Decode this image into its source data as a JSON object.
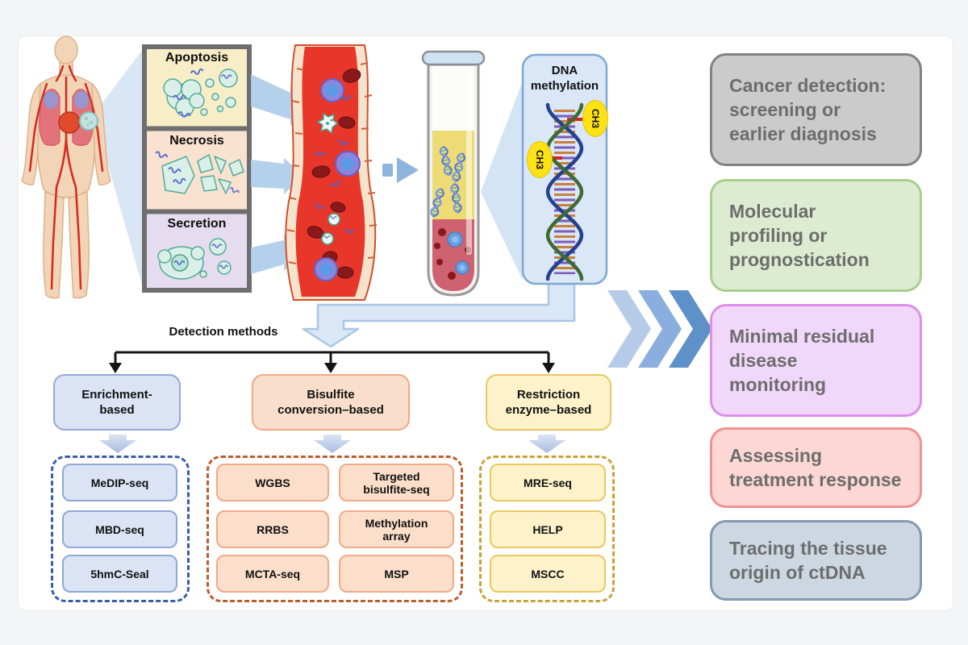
{
  "release_panels": [
    {
      "title": "Apoptosis"
    },
    {
      "title": "Necrosis"
    },
    {
      "title": "Secretion"
    }
  ],
  "dna_panel": {
    "title": "DNA methylation",
    "ch3": "CH3"
  },
  "detection": {
    "label": "Detection methods",
    "categories": [
      {
        "line1": "Enrichment-",
        "line2": "based",
        "methods": [
          "MeDIP-seq",
          "MBD-seq",
          "5hmC-Seal"
        ]
      },
      {
        "line1": "Bisulfite",
        "line2": "conversion–based",
        "methods": [
          "WGBS",
          "Targeted bisulfite-seq",
          "RRBS",
          "Methylation array",
          "MCTA-seq",
          "MSP"
        ]
      },
      {
        "line1": "Restriction",
        "line2": "enzyme–based",
        "methods": [
          "MRE-seq",
          "HELP",
          "MSCC"
        ]
      }
    ]
  },
  "applications": [
    {
      "lines": [
        "Cancer detection:",
        "screening or",
        "earlier diagnosis"
      ]
    },
    {
      "lines": [
        "Molecular",
        "profiling or",
        "prognostication"
      ]
    },
    {
      "lines": [
        "Minimal residual",
        "disease",
        "monitoring"
      ]
    },
    {
      "lines": [
        "Assessing",
        "treatment response"
      ]
    },
    {
      "lines": [
        "Tracing the tissue",
        "origin of ctDNA"
      ]
    }
  ],
  "palette": {
    "page_background": "#f4f5f6",
    "card_background": "#ffffff",
    "apoptosis_panel": "#f7eec8",
    "necrosis_panel": "#f9e2d0",
    "secretion_panel": "#e5dcef",
    "panel_frame": "#6e6e6e",
    "enrichment_fill": "#dbe3f4",
    "enrichment_border": "#93a9d9",
    "enrichment_dash": "#3a5ca8",
    "bisulfite_fill": "#f9dfcb",
    "bisulfite_border": "#efa988",
    "bisulfite_dash": "#bf5c2b",
    "restriction_fill": "#fdf2ca",
    "restriction_border": "#e9c85f",
    "restriction_dash": "#c8a233",
    "app_gray_fill": "#cbcbcb",
    "app_gray_border": "#828282",
    "app_green_fill": "#ddecd0",
    "app_green_border": "#a6d08c",
    "app_purple_fill": "#f1d8fa",
    "app_purple_border": "#dd8fe9",
    "app_red_fill": "#fcd7d3",
    "app_red_border": "#f19191",
    "app_blue_fill": "#cdd7e1",
    "app_blue_border": "#8399b0",
    "chevron_colors": [
      "#b6cbe8",
      "#8aaedd",
      "#5f91c9"
    ],
    "ch3_fill": "#ffe213",
    "blood_red": "#e8362a",
    "plasma_yellow": "#eedb74",
    "beam_blue": "#c9ddf2",
    "tree_black": "#141414"
  }
}
